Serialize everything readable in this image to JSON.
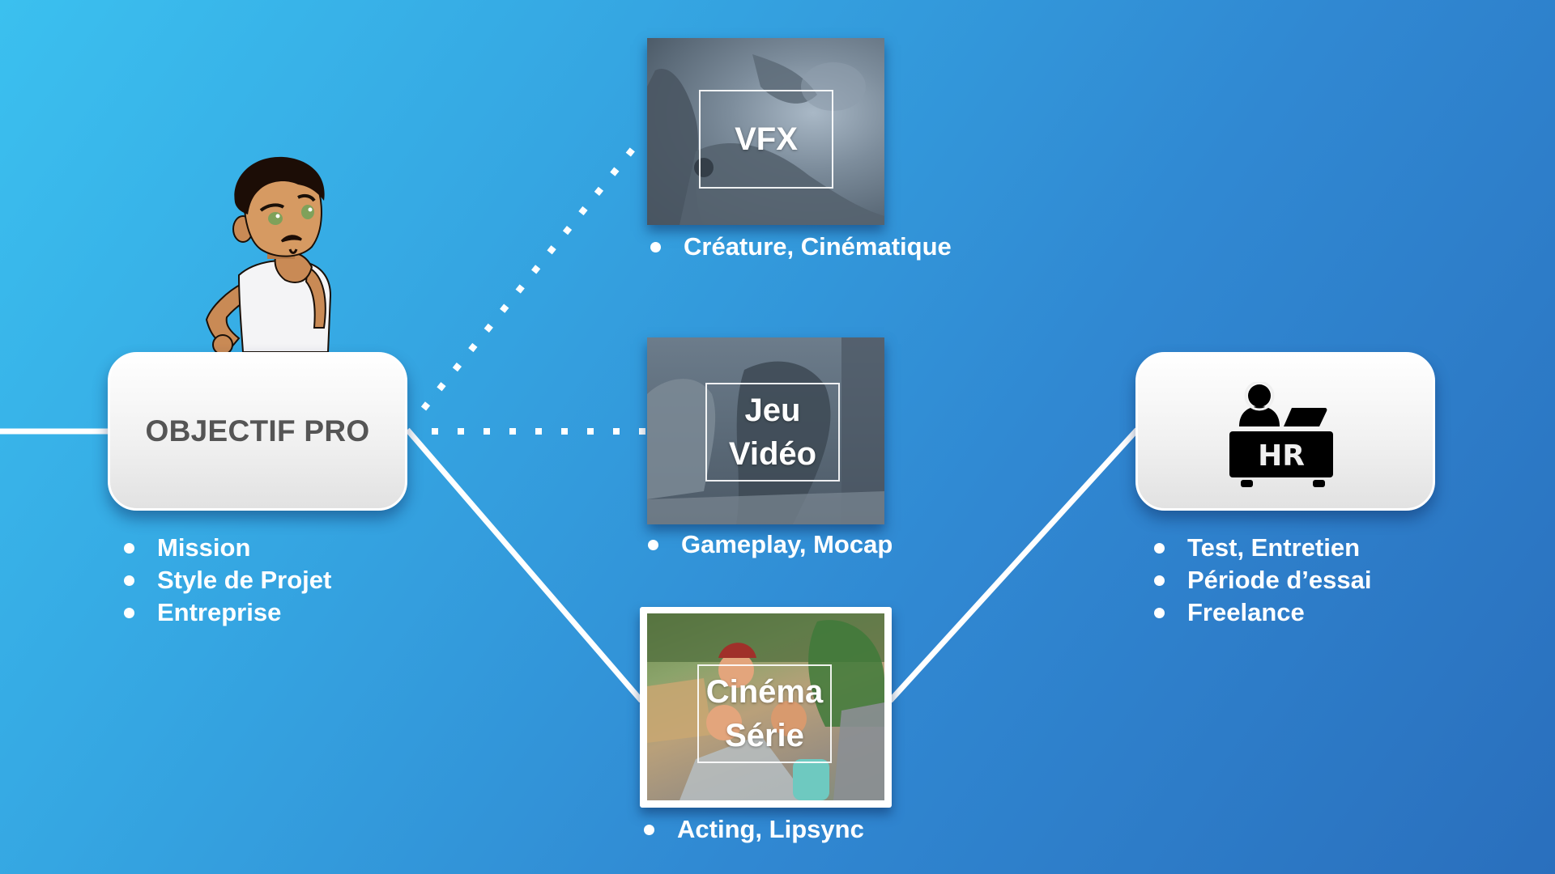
{
  "background": {
    "gradient_start": "#3bc0ef",
    "gradient_end": "#2a6fbd"
  },
  "start_node": {
    "title": "OBJECTIF PRO",
    "bullets": [
      "Mission",
      "Style de Projet",
      "Entreprise"
    ]
  },
  "branches": [
    {
      "id": "vfx",
      "label_lines": [
        "VFX"
      ],
      "caption": "Créature, Cinématique",
      "connector": "dotted",
      "image_tone": "grayscale-blue"
    },
    {
      "id": "jeu-video",
      "label_lines": [
        "Jeu",
        "Vidéo"
      ],
      "caption": "Gameplay, Mocap",
      "connector": "dotted",
      "image_tone": "grayscale-blue"
    },
    {
      "id": "cinema-serie",
      "label_lines": [
        "Cinéma",
        "Série"
      ],
      "caption": "Acting, Lipsync",
      "connector": "solid",
      "image_tone": "color",
      "highlighted": true
    }
  ],
  "end_node": {
    "icon": "hr-desk-icon",
    "icon_text": "HR",
    "bullets": [
      "Test, Entretien",
      "Période d’essai",
      "Freelance"
    ]
  },
  "colors": {
    "node_text": "#555555",
    "line": "#ffffff",
    "icon": "#000000"
  }
}
